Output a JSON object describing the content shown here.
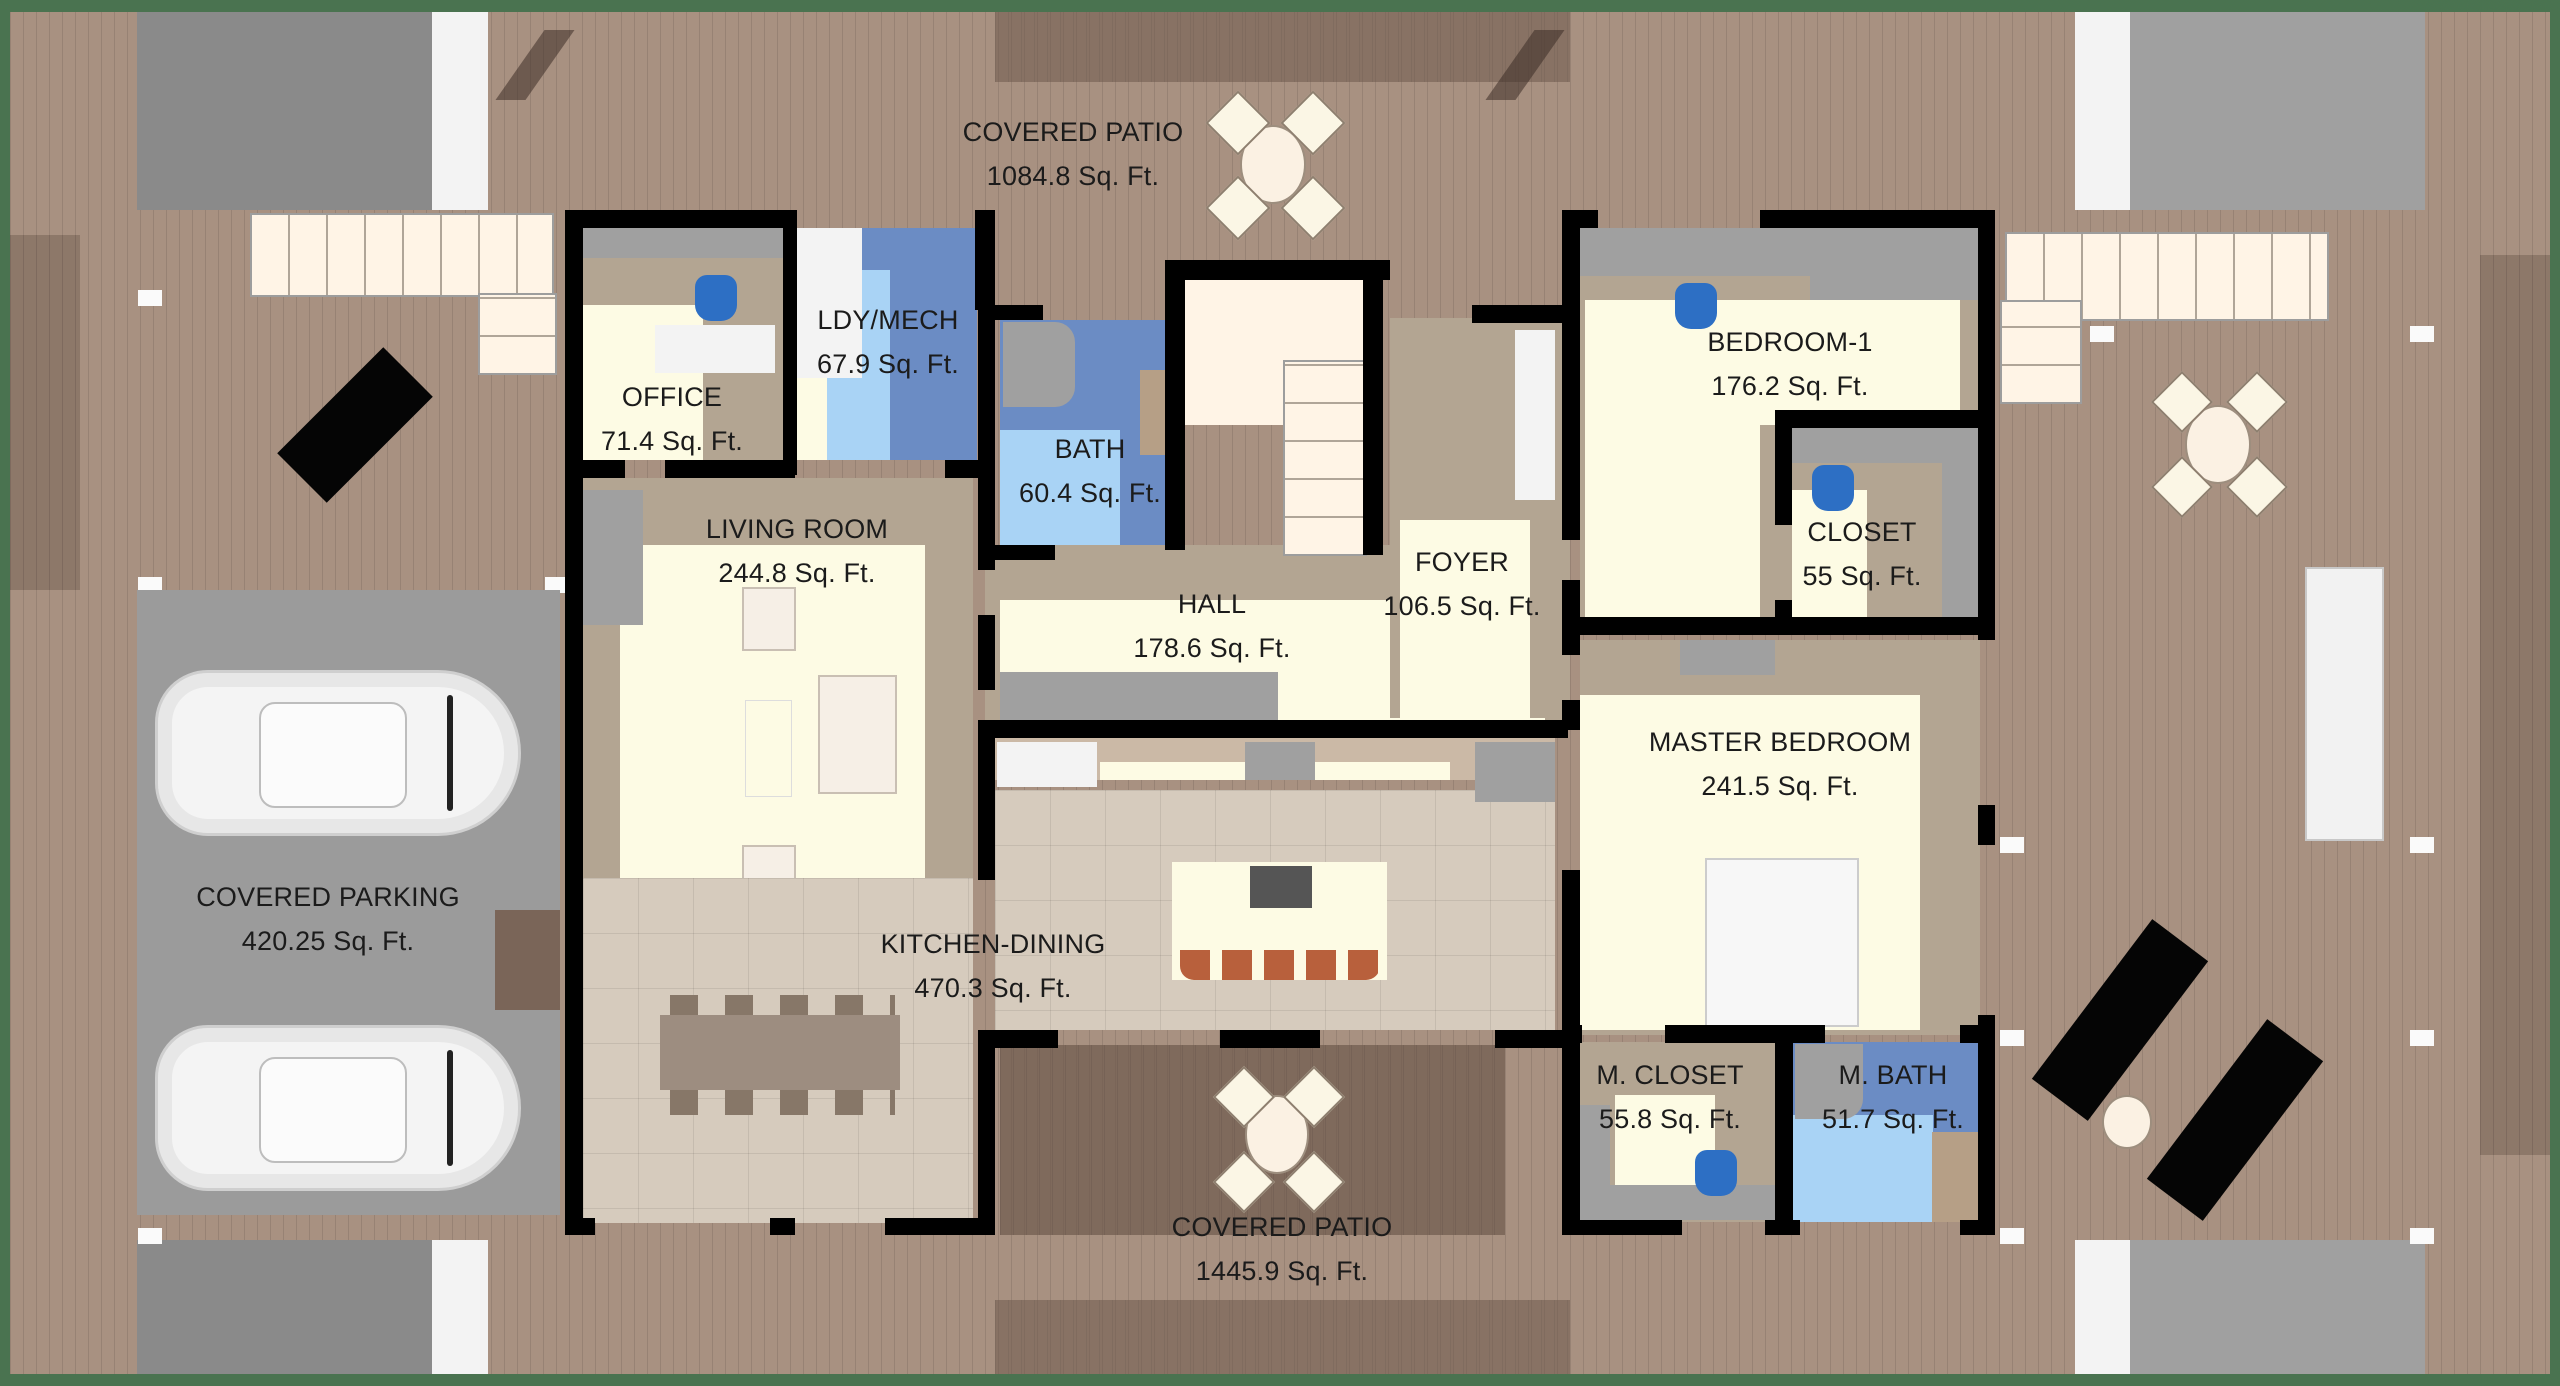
{
  "plan": {
    "rooms": [
      {
        "id": "covered-patio-north",
        "name": "COVERED PATIO",
        "area": "1084.8 Sq. Ft."
      },
      {
        "id": "office",
        "name": "OFFICE",
        "area": "71.4 Sq. Ft."
      },
      {
        "id": "ldy-mech",
        "name": "LDY/MECH",
        "area": "67.9 Sq. Ft."
      },
      {
        "id": "bath",
        "name": "BATH",
        "area": "60.4 Sq. Ft."
      },
      {
        "id": "bedroom-1",
        "name": "BEDROOM-1",
        "area": "176.2 Sq. Ft."
      },
      {
        "id": "closet",
        "name": "CLOSET",
        "area": "55 Sq. Ft."
      },
      {
        "id": "living-room",
        "name": "LIVING ROOM",
        "area": "244.8 Sq. Ft."
      },
      {
        "id": "hall",
        "name": "HALL",
        "area": "178.6 Sq. Ft."
      },
      {
        "id": "foyer",
        "name": "FOYER",
        "area": "106.5 Sq. Ft."
      },
      {
        "id": "master-bedroom",
        "name": "MASTER BEDROOM",
        "area": "241.5 Sq. Ft."
      },
      {
        "id": "covered-parking",
        "name": "COVERED PARKING",
        "area": "420.25 Sq. Ft."
      },
      {
        "id": "kitchen-dining",
        "name": "KITCHEN-DINING",
        "area": "470.3 Sq. Ft."
      },
      {
        "id": "m-closet",
        "name": "M. CLOSET",
        "area": "55.8 Sq. Ft."
      },
      {
        "id": "m-bath",
        "name": "M. BATH",
        "area": "51.7 Sq. Ft."
      },
      {
        "id": "covered-patio-south",
        "name": "COVERED PATIO",
        "area": "1445.9 Sq. Ft."
      }
    ],
    "colors": {
      "border": "#4a7350",
      "deck": "#a89181",
      "wall": "#000000",
      "floor_cream": "#fdfbe4",
      "floor_tile": "#d6cbbd",
      "bath_blue": "#6b8cc4",
      "parking": "#9b9b9b"
    }
  }
}
